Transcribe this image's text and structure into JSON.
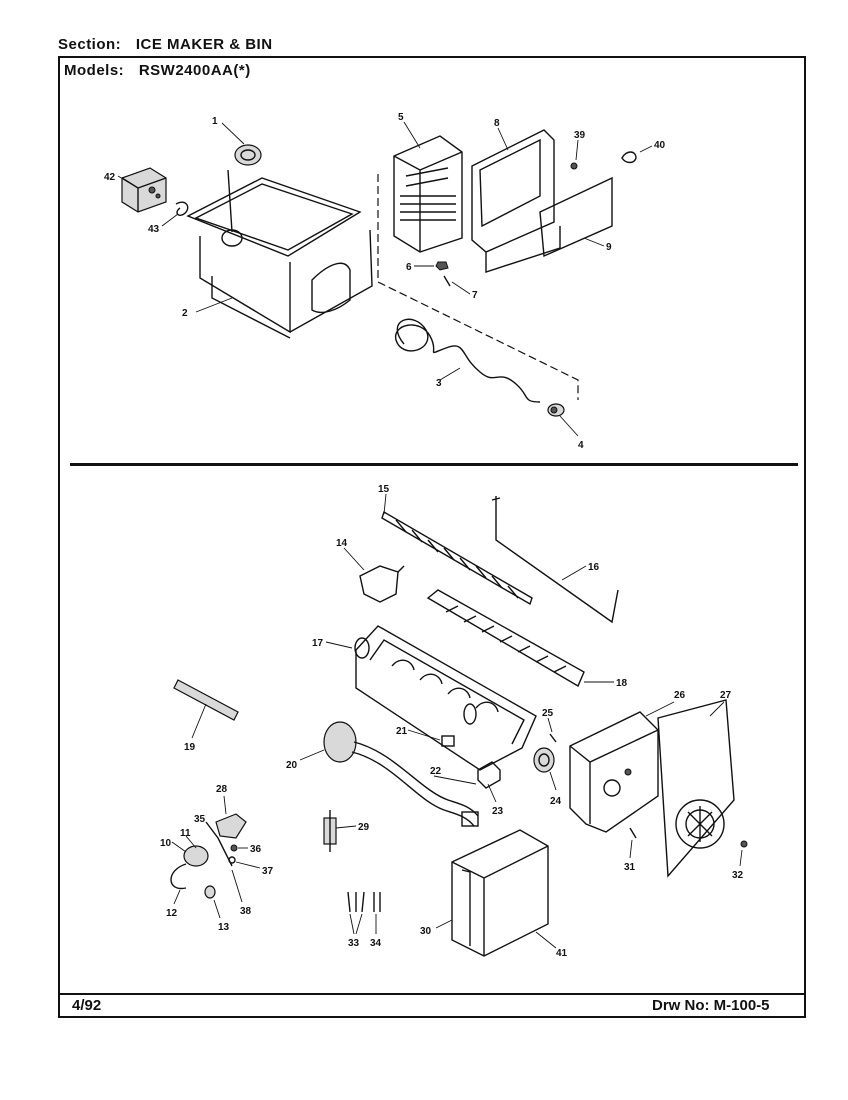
{
  "header": {
    "section_key": "Section:",
    "section_value": "ICE MAKER & BIN",
    "models_key": "Models:",
    "models_value": "RSW2400AA(*)"
  },
  "footer": {
    "date": "4/92",
    "drawing_key": "Drw No:",
    "drawing_value": "M-100-5"
  },
  "callouts": {
    "c1": "1",
    "c2": "2",
    "c3": "3",
    "c4": "4",
    "c5": "5",
    "c6": "6",
    "c7": "7",
    "c8": "8",
    "c9": "9",
    "c10": "10",
    "c11": "11",
    "c12": "12",
    "c13": "13",
    "c14": "14",
    "c15": "15",
    "c16": "16",
    "c17": "17",
    "c18": "18",
    "c19": "19",
    "c20": "20",
    "c21": "21",
    "c22": "22",
    "c23": "23",
    "c24": "24",
    "c25": "25",
    "c26": "26",
    "c27": "27",
    "c28": "28",
    "c29": "29",
    "c30": "30",
    "c31": "31",
    "c32": "32",
    "c33": "33",
    "c34": "34",
    "c35": "35",
    "c36": "36",
    "c37": "37",
    "c38": "38",
    "c39": "39",
    "c40": "40",
    "c41": "41",
    "c42": "42",
    "c43": "43"
  }
}
